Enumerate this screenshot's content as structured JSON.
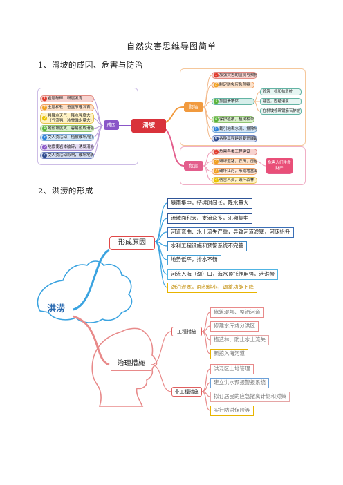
{
  "doc": {
    "title": "自然灾害思维导图简单",
    "section1": "1、滑坡的成因、危害与防治",
    "section2": "2、洪涝的形成"
  },
  "landslide": {
    "center": "滑坡",
    "causes_label": "成因",
    "prevention_label": "防治",
    "harm_label": "危害",
    "causes": [
      {
        "n": "1",
        "text": "岩层破碎，断层发育",
        "color": "#f7d3cf",
        "border": "#e38b82"
      },
      {
        "n": "2",
        "text": "土层松软，垂直节理发育",
        "color": "#fbe0c8",
        "border": "#f0a062"
      },
      {
        "n": "3",
        "text": "强降水天气，降水强度大",
        "text2": "（气流强、冰雪融水量大）",
        "color": "#fff2c4",
        "border": "#e5c24a"
      },
      {
        "n": "4",
        "text": "地形坡度大，容易形成滑坡",
        "color": "#d9efcb",
        "border": "#8fc46f"
      },
      {
        "n": "5",
        "text": "受人类活动，植被破坏/植被较少",
        "color": "#d3e6f7",
        "border": "#77a8d9"
      },
      {
        "n": "6",
        "text": "地震使岩体破碎，诱发滑坡",
        "color": "#e5dcf3",
        "border": "#a68ccf"
      },
      {
        "n": "7",
        "text": "受人类活动影响，破坏地表结构",
        "color": "#d4dcef",
        "border": "#6c82bf"
      }
    ],
    "prevention": [
      {
        "n": "1",
        "text": "加强灾害的监测与预报",
        "color": "#f7d3cf",
        "border": "#e38b82"
      },
      {
        "n": "2",
        "text": "制定防灾应急预案",
        "color": "#fbe0c8",
        "border": "#f0a062"
      },
      {
        "n": "3",
        "text": "加固滑坡体",
        "color": "#d6eeea",
        "border": "#63b4a4"
      },
      {
        "n": "4",
        "text": "保护植被，植树种草",
        "color": "#d9efcb",
        "border": "#8fc46f"
      },
      {
        "n": "5",
        "text": "截引地表水流，排除地下水",
        "color": "#d3e6f7",
        "border": "#77a8d9"
      },
      {
        "n": "6",
        "text": "各种工程建设要开展勘察",
        "color": "#d4dcef",
        "border": "#6c82bf"
      }
    ],
    "reinforce": [
      "修筑土挡和抗滑桩",
      "锚固，固结灌浆",
      "在斜坡修筑钢筋石护坡"
    ],
    "harm": [
      {
        "n": "1",
        "text": "危害各类工程建设",
        "color": "#f7d3cf",
        "border": "#e38b82"
      },
      {
        "n": "2",
        "text": "毁坏道路，农田，房屋",
        "color": "#fbe0c8",
        "border": "#f0a062"
      },
      {
        "n": "3",
        "text": "破坏江河，形成堰塞湖",
        "color": "#fde7d8",
        "border": "#f0a062"
      },
      {
        "n": "4",
        "text": "伤害人员，毁坏森林",
        "color": "#fff2c4",
        "border": "#e5c24a"
      }
    ],
    "harm_summary": "危害人们生命财产"
  },
  "flood": {
    "center": "洪涝",
    "formation_label": "形成原因",
    "control_label": "治理措施",
    "engineering_label": "工程措施",
    "non_engineering_label": "非工程措施",
    "causes": [
      {
        "text": "暴雨集中，持续时间长，降水量大",
        "color": "#2f5597"
      },
      {
        "text": "流域面积大、支流众多，汛期集中",
        "color": "#2f5597"
      },
      {
        "text": "河道弯曲、水土流失严重，导致河道淤塞，河床抬升",
        "color": "#3b6fb6"
      },
      {
        "text": "水利工程设施和预警系统不完善",
        "color": "#3b88c4"
      },
      {
        "text": "地势低平，排水不畅",
        "color": "#46a0d6"
      },
      {
        "text": "河流入海（湖）口，海水顶托作用强，泄洪慢",
        "color": "#50b4e3"
      },
      {
        "text": "湖泊淤塞，面积缩小，调蓄功能下降",
        "color": "#e8b400"
      }
    ],
    "engineering": [
      "修筑堤坝、整治河道",
      "修建水库或分洪区",
      "植造林、防止水土流失",
      "新挖入海河道"
    ],
    "non_engineering": [
      "洪泛区土地管理",
      "建立洪水预报警报系统",
      "拟订居民的应急撤离计划和对策",
      "实行防洪保险等"
    ]
  },
  "colors": {
    "center_red": "#d9323b",
    "cause_purple": "#8a56c8",
    "prevent_orange": "#f19a3e",
    "harm_pink": "#e35d8c",
    "flood_blue": "#3aa3e0",
    "flood_salmon": "#e88a8a"
  }
}
